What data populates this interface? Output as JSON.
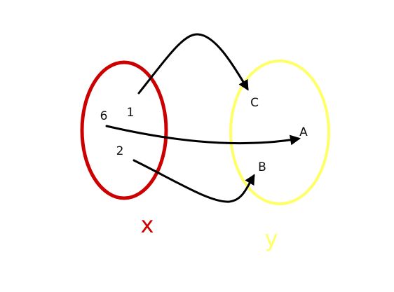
{
  "diagram": {
    "sets": {
      "x": {
        "label": "x",
        "color": "#cc0000"
      },
      "y": {
        "label": "y",
        "color": "#ffff66"
      }
    },
    "domain_elements": [
      "1",
      "6",
      "2"
    ],
    "codomain_elements": [
      "C",
      "A",
      "B"
    ],
    "mapping": [
      {
        "from": "1",
        "to": "C"
      },
      {
        "from": "6",
        "to": "A"
      },
      {
        "from": "2",
        "to": "B"
      }
    ],
    "arrow_color": "#000000"
  }
}
